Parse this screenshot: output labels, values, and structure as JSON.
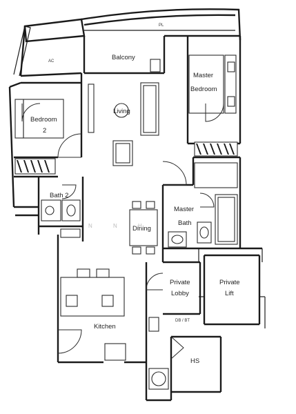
{
  "plan": {
    "rooms": {
      "pl": "PL",
      "ac": "AC",
      "balcony": "Balcony",
      "master_bedroom_1": "Master",
      "master_bedroom_2": "Bedroom",
      "bedroom2_1": "Bedroom",
      "bedroom2_2": "2",
      "bath2": "Bath 2",
      "master_bath_1": "Master",
      "master_bath_2": "Bath",
      "living": "Living",
      "dining": "Dining",
      "private_lobby_1": "Private",
      "private_lobby_2": "Lobby",
      "private_lift_1": "Private",
      "private_lift_2": "Lift",
      "kitchen": "Kitchen",
      "hs": "HS",
      "db": "DB / BT"
    },
    "watermark": "N N H"
  }
}
